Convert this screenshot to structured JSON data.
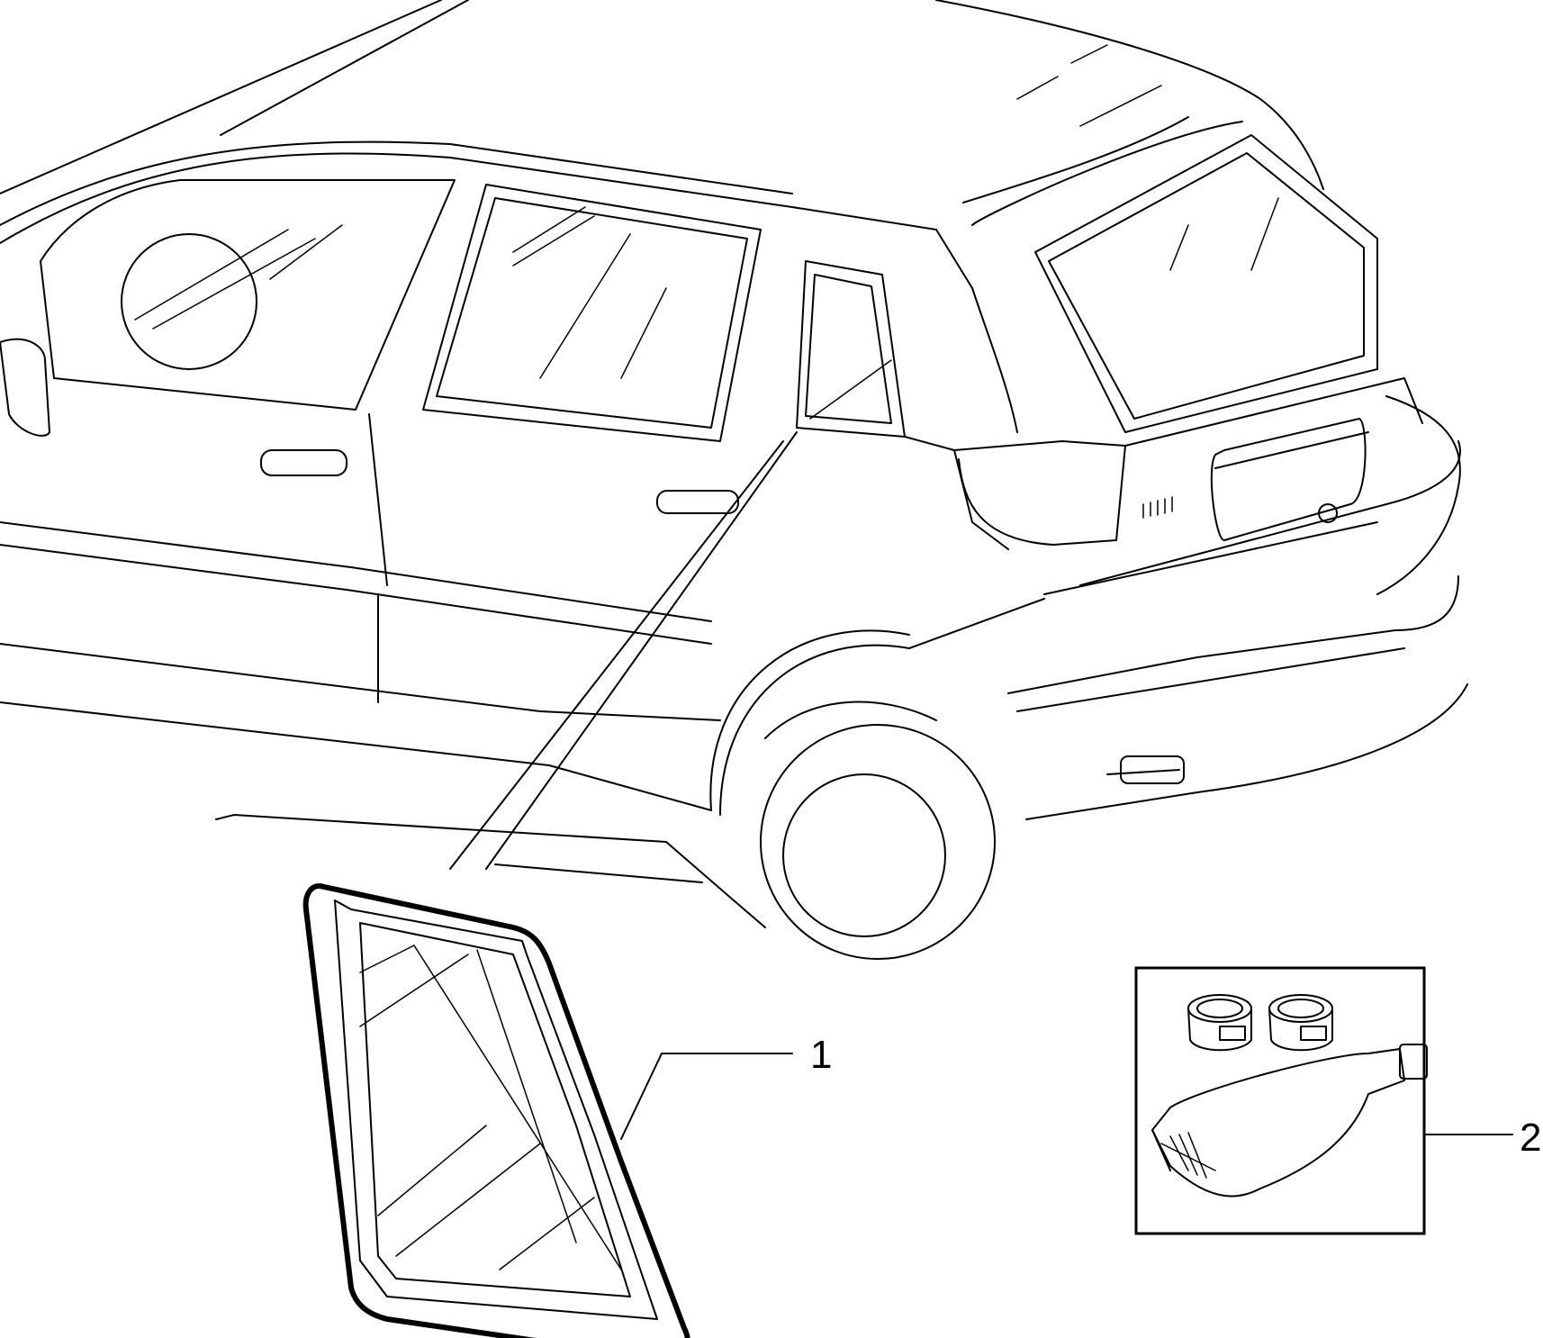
{
  "callouts": [
    {
      "id": "1",
      "label": "1",
      "part": "rear-quarter-window-glass"
    },
    {
      "id": "2",
      "label": "2",
      "part": "adhesive-kit"
    }
  ],
  "colors": {
    "line": "#000000",
    "background": "#ffffff"
  }
}
